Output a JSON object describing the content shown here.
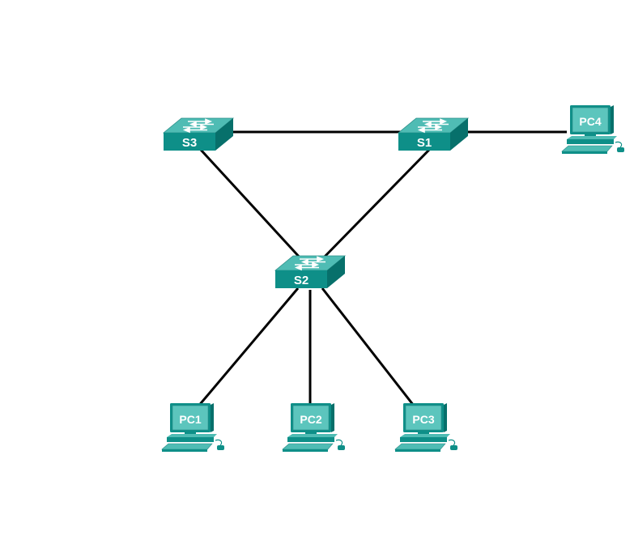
{
  "diagram": {
    "devices": {
      "s1": {
        "label": "S1",
        "type": "switch"
      },
      "s2": {
        "label": "S2",
        "type": "switch"
      },
      "s3": {
        "label": "S3",
        "type": "switch"
      },
      "pc1": {
        "label": "PC1",
        "type": "pc"
      },
      "pc2": {
        "label": "PC2",
        "type": "pc"
      },
      "pc3": {
        "label": "PC3",
        "type": "pc"
      },
      "pc4": {
        "label": "PC4",
        "type": "pc"
      }
    },
    "links": [
      {
        "from": "S3",
        "to": "S1"
      },
      {
        "from": "S1",
        "to": "PC4"
      },
      {
        "from": "S3",
        "to": "S2"
      },
      {
        "from": "S1",
        "to": "S2"
      },
      {
        "from": "S2",
        "to": "PC1"
      },
      {
        "from": "S2",
        "to": "PC2"
      },
      {
        "from": "S2",
        "to": "PC3"
      }
    ],
    "colors": {
      "device_top": "#4fbcb4",
      "device_front": "#0e8f88",
      "device_side": "#07706b",
      "link": "#000000",
      "label": "#ffffff"
    }
  }
}
